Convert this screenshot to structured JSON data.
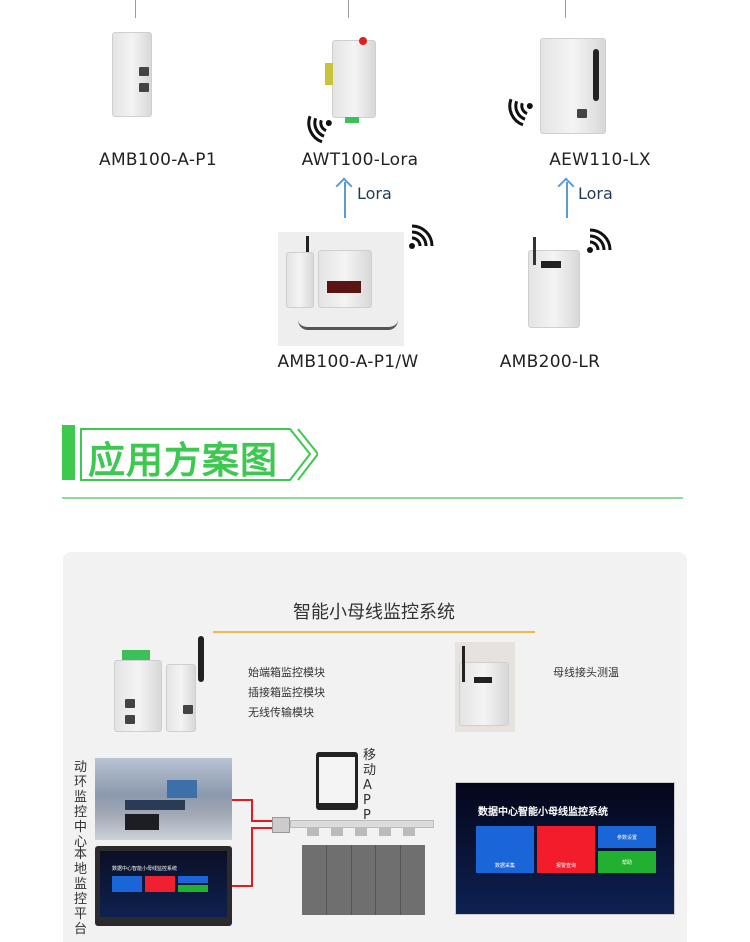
{
  "devices": {
    "top": [
      {
        "name": "AMB100-A-P1"
      },
      {
        "name": "AWT100-Lora"
      },
      {
        "name": "AEW110-LX"
      }
    ],
    "bottom": [
      {
        "name": "AMB100-A-P1/W",
        "link": "Lora"
      },
      {
        "name": "AMB200-LR",
        "link": "Lora"
      }
    ]
  },
  "section": {
    "title": "应用方案图",
    "accent_color": "#3dc84f"
  },
  "diagram": {
    "title": "智能小母线监控系统",
    "modules": [
      "始端箱监控模块",
      "插接箱监控模块",
      "无线传输模块"
    ],
    "temp_label": "母线接头测温",
    "monitor_center": "动环监控中心",
    "local_platform": "本地监控平台",
    "mobile_app": "移动APP",
    "screen": {
      "title": "数据中心智能小母线监控系统",
      "tiles": [
        "数据采集",
        "报警查询",
        "参数设置",
        "帮助"
      ]
    }
  }
}
